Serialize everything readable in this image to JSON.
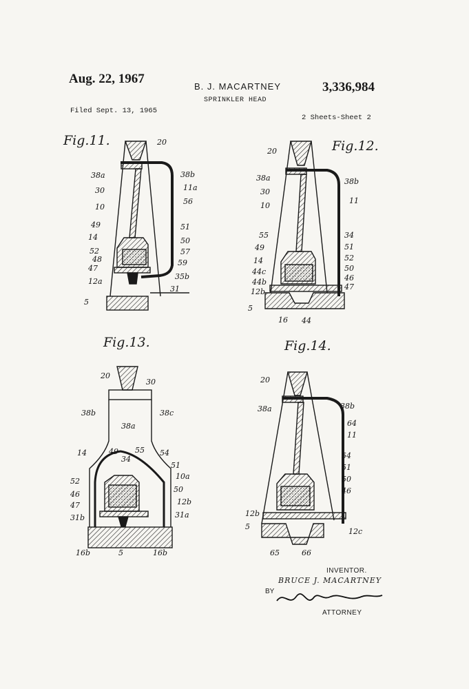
{
  "header": {
    "date": "Aug. 22, 1967",
    "inventor": "B. J. MACARTNEY",
    "patent_number": "3,336,984",
    "title": "SPRINKLER HEAD",
    "filed": "Filed Sept. 13, 1965",
    "sheets": "2 Sheets-Sheet 2"
  },
  "figures": {
    "fig11": {
      "label": "Fig.11.",
      "refs": [
        "20",
        "38a",
        "38b",
        "30",
        "11a",
        "10",
        "56",
        "49",
        "51",
        "14",
        "50",
        "52",
        "57",
        "48",
        "47",
        "59",
        "12a",
        "35b",
        "31",
        "5"
      ]
    },
    "fig12": {
      "label": "Fig.12.",
      "refs": [
        "20",
        "38a",
        "38b",
        "30",
        "11",
        "10",
        "55",
        "34",
        "49",
        "51",
        "14",
        "52",
        "44c",
        "50",
        "44b",
        "46",
        "12b",
        "47",
        "5",
        "16",
        "44"
      ]
    },
    "fig13": {
      "label": "Fig.13.",
      "refs": [
        "20",
        "30",
        "38b",
        "38c",
        "38a",
        "14",
        "49",
        "55",
        "54",
        "34",
        "51",
        "10a",
        "52",
        "50",
        "46",
        "12b",
        "47",
        "31b",
        "31a",
        "16b",
        "5",
        "16b"
      ]
    },
    "fig14": {
      "label": "Fig.14.",
      "refs": [
        "20",
        "38a",
        "38b",
        "64",
        "11",
        "54",
        "51",
        "50",
        "46",
        "12b",
        "5",
        "12c",
        "65",
        "66"
      ]
    }
  },
  "footer": {
    "inventor_heading": "INVENTOR.",
    "inventor_name": "BRUCE J. MACARTNEY",
    "by": "BY",
    "signature": "Edward T. Connors",
    "attorney": "ATTORNEY"
  }
}
